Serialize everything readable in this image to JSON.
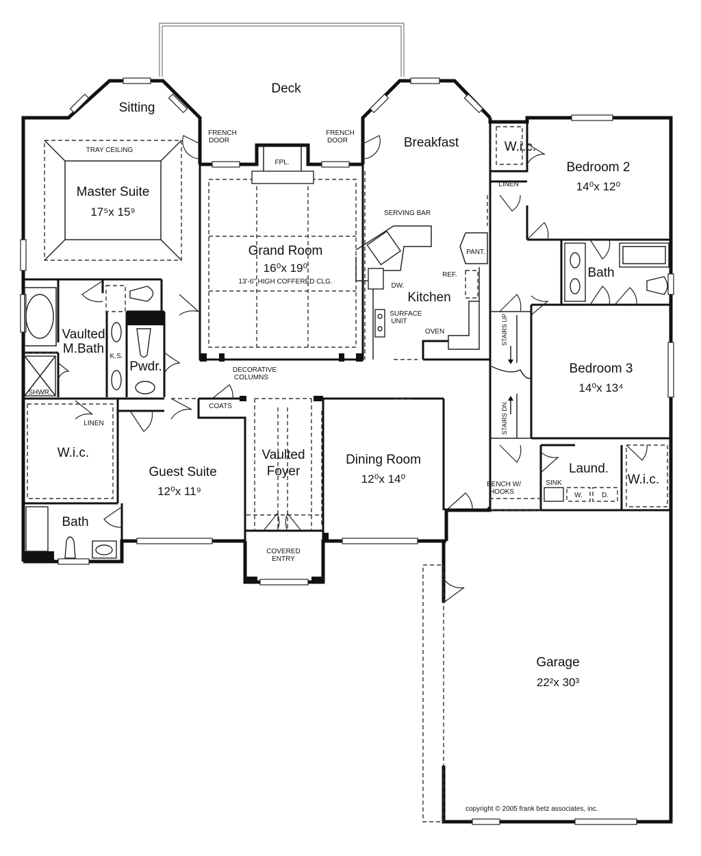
{
  "rooms": {
    "deck": "Deck",
    "sitting": "Sitting",
    "master_suite": {
      "name": "Master Suite",
      "dim": "17⁵x 15⁹"
    },
    "tray_ceiling": "TRAY CEILING",
    "grand_room": {
      "name": "Grand Room",
      "dim": "16⁰x 19⁰",
      "note": "13'-6\" HIGH COFFERED CLG."
    },
    "fpl": "FPL.",
    "breakfast": "Breakfast",
    "kitchen": "Kitchen",
    "serving_bar": "SERVING BAR",
    "pant": "PANT.",
    "ref": "REF.",
    "dw": "DW.",
    "surface_unit": [
      "SURFACE",
      "UNIT"
    ],
    "oven": "OVEN",
    "wic_bed2": "W.i.c.",
    "linen_bed2": "LINEN",
    "bedroom2": {
      "name": "Bedroom 2",
      "dim": "14⁰x 12⁰"
    },
    "bath_bed": "Bath",
    "bedroom3": {
      "name": "Bedroom 3",
      "dim": "14⁰x 13⁴"
    },
    "stairs_up": "STAIRS UP",
    "stairs_dn": "STAIRS DN.",
    "vaulted_mbath": [
      "Vaulted",
      "M.Bath"
    ],
    "ks": "K.S.",
    "shwr": "SHWR.",
    "pwdr": "Pwdr.",
    "linen_master": "LINEN",
    "wic_master": "W.i.c.",
    "bath_guest": "Bath",
    "guest_suite": {
      "name": "Guest Suite",
      "dim": "12⁰x 11⁹"
    },
    "coats": "COATS",
    "vaulted_foyer": [
      "Vaulted",
      "Foyer"
    ],
    "covered_entry": [
      "COVERED",
      "ENTRY"
    ],
    "dining_room": {
      "name": "Dining Room",
      "dim": "12⁰x 14⁰"
    },
    "decorative_columns": [
      "DECORATIVE",
      "COLUMNS"
    ],
    "bench": [
      "BENCH W/",
      "HOOKS"
    ],
    "laund": "Laund.",
    "sink": "SINK",
    "washer": "W.",
    "dryer": "D.",
    "wic_laund": "W.i.c.",
    "garage": {
      "name": "Garage",
      "dim": "22²x 30³"
    },
    "french_door_left": [
      "FRENCH",
      "DOOR"
    ],
    "french_door_right": [
      "FRENCH",
      "DOOR"
    ]
  },
  "copyright": "copyright  ©  2005 frank betz associates, inc."
}
